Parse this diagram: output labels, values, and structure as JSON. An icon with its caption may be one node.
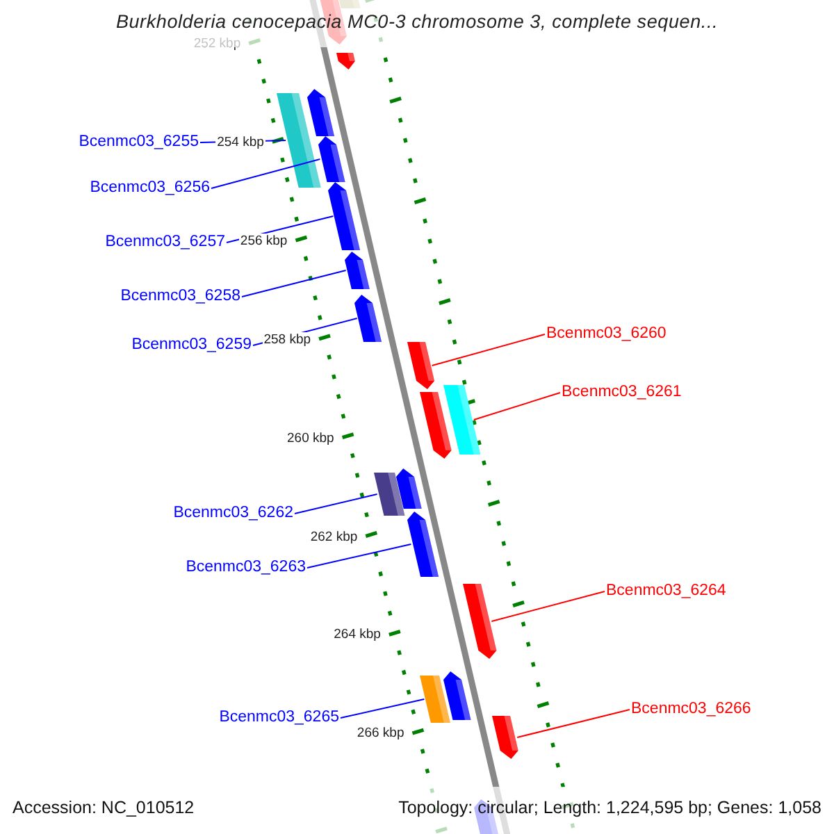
{
  "diagram": {
    "title": "Burkholderia cenocepacia MC0-3 chromosome 3, complete sequen...",
    "nodes": [
      {
        "text": [
          "Bcenmc03_6255"
        ]
      },
      {
        "text": [
          "Bcenmc03_6256"
        ]
      },
      {
        "text": [
          "Bcenmc03_6257"
        ]
      },
      {
        "text": [
          "Bcenmc03_6258"
        ]
      },
      {
        "text": [
          "Bcenmc03_6259"
        ]
      },
      {
        "text": [
          "Bcenmc03_6260"
        ]
      },
      {
        "text": [
          "Bcenmc03_6261"
        ]
      },
      {
        "text": [
          "Bcenmc03_6262"
        ]
      },
      {
        "text": [
          "Bcenmc03_6263"
        ]
      },
      {
        "text": [
          "Bcenmc03_6264"
        ]
      },
      {
        "text": [
          "Bcenmc03_6265"
        ]
      },
      {
        "text": [
          "Bcenmc03_6266"
        ]
      },
      {
        "text": [],
        "shape": "bar"
      },
      {
        "text": [],
        "shape": "pentagon"
      },
      {
        "text": [],
        "shape": "pentagon"
      },
      {
        "text": [],
        "shape": "pentagon"
      },
      {
        "text": [],
        "shape": "bar"
      },
      {
        "text": [],
        "shape": "pentagon"
      },
      {
        "text": [],
        "shape": "pentagon"
      },
      {
        "text": [],
        "shape": "pentagon"
      },
      {
        "text": [],
        "shape": "pentagon"
      },
      {
        "text": [],
        "shape": "pentagon"
      },
      {
        "text": [],
        "shape": "bar"
      },
      {
        "text": [],
        "shape": "pentagon"
      },
      {
        "text": [],
        "shape": "bar"
      },
      {
        "text": [],
        "shape": "pentagon"
      },
      {
        "text": [],
        "shape": "pentagon"
      },
      {
        "text": [],
        "shape": "pentagon"
      },
      {
        "text": [],
        "shape": "pentagon"
      },
      {
        "text": [],
        "shape": "bar"
      },
      {
        "text": [],
        "shape": "pentagon"
      },
      {
        "text": [],
        "shape": "pentagon"
      }
    ],
    "edges": [
      {
        "from": 0,
        "to": 16,
        "arrow": "none"
      },
      {
        "from": 1,
        "to": 17,
        "arrow": "none"
      },
      {
        "from": 2,
        "to": 18,
        "arrow": "none"
      },
      {
        "from": 3,
        "to": 19,
        "arrow": "none"
      },
      {
        "from": 4,
        "to": 20,
        "arrow": "none"
      },
      {
        "from": 5,
        "to": 21,
        "arrow": "none",
        "color": "#ff0000"
      },
      {
        "from": 6,
        "to": 22,
        "arrow": "none",
        "color": "#ff0000"
      },
      {
        "from": 7,
        "to": 24,
        "arrow": "none"
      },
      {
        "from": 8,
        "to": 26,
        "arrow": "none"
      },
      {
        "from": 9,
        "to": 27,
        "arrow": "none",
        "color": "#ff0000"
      },
      {
        "from": 10,
        "to": 29,
        "arrow": "none"
      },
      {
        "from": 11,
        "to": 30,
        "arrow": "none",
        "color": "#ff0000"
      }
    ],
    "labels": [
      "252 kbp",
      "254 kbp",
      "256 kbp",
      "258 kbp",
      "260 kbp",
      "262 kbp",
      "264 kbp",
      "266 kbp",
      "Accession: NC_010512",
      "Topology: circular; Length: 1,224,595 bp; Genes: 1,058"
    ]
  }
}
